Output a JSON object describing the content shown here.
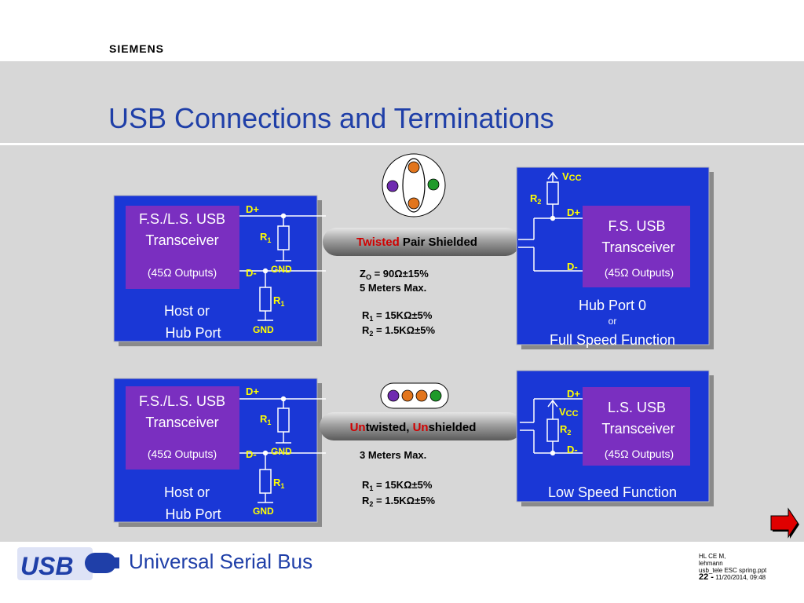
{
  "header": {
    "brand": "SIEMENS",
    "title": "USB Connections and Terminations"
  },
  "colors": {
    "title": "#1f3fa8",
    "box_blue": "#1a37d6",
    "transceiver_purple": "#7a2fc0",
    "label_yellow": "#ffff00",
    "accent_red": "#d00000"
  },
  "top": {
    "host": {
      "line1": "F.S./L.S. USB",
      "line2": "Transceiver",
      "outputs": "(45Ω Outputs)",
      "label1": "Host or",
      "label2": "Hub Port",
      "dplus": "D+",
      "dminus": "D-",
      "r1a": "R",
      "r1a_sub": "1",
      "gnd_a": "GND",
      "r1b": "R",
      "r1b_sub": "1",
      "gnd_b": "GND"
    },
    "cable": {
      "part1": "Twisted",
      "part2": " Pair Shielded"
    },
    "specs": {
      "z_pre": "Z",
      "z_sub": "O",
      "z_val": " = 90Ω±15%",
      "length": "5 Meters Max.",
      "r1_pre": "R",
      "r1_sub": "1",
      "r1_val": " = 15KΩ±5%",
      "r2_pre": "R",
      "r2_sub": "2",
      "r2_val": " = 1.5KΩ±5%"
    },
    "device": {
      "line1": "F.S. USB",
      "line2": "Transceiver",
      "outputs": "(45Ω Outputs)",
      "label1": "Hub Port 0",
      "label_or": "or",
      "label2": "Full Speed Function",
      "vcc": "V",
      "vcc_sub": "CC",
      "r2": "R",
      "r2_sub": "2",
      "dplus": "D+",
      "dminus": "D-"
    }
  },
  "bottom": {
    "host": {
      "line1": "F.S./L.S. USB",
      "line2": "Transceiver",
      "outputs": "(45Ω Outputs)",
      "label1": "Host or",
      "label2": "Hub Port",
      "dplus": "D+",
      "dminus": "D-",
      "r1a": "R",
      "r1a_sub": "1",
      "gnd_a": "GND",
      "r1b": "R",
      "r1b_sub": "1",
      "gnd_b": "GND"
    },
    "cable": {
      "un1": "Un",
      "mid": "twisted, ",
      "un2": "Un",
      "end": "shielded"
    },
    "specs": {
      "length": "3 Meters Max.",
      "r1_pre": "R",
      "r1_sub": "1",
      "r1_val": " = 15KΩ±5%",
      "r2_pre": "R",
      "r2_sub": "2",
      "r2_val": " = 1.5KΩ±5%"
    },
    "device": {
      "line1": "L.S. USB",
      "line2": "Transceiver",
      "outputs": "(45Ω Outputs)",
      "label": "Low Speed Function",
      "vcc": "V",
      "vcc_sub": "CC",
      "r2": "R",
      "r2_sub": "2",
      "dplus": "D+",
      "dminus": "D-"
    }
  },
  "footer": {
    "logo": "USB",
    "title": "Universal Serial Bus",
    "meta1": "HL CE M,",
    "meta2": "lehmann",
    "meta3": "usb_tele ESC spring.ppt",
    "page": "22 -",
    "date": " 11/20/2014, 09:48"
  },
  "icons": {
    "cable_cross_section_shielded": "cable-cross-section-shielded-icon",
    "cable_cross_section_unshielded": "cable-cross-section-unshielded-icon",
    "next_slide": "next-arrow-icon"
  }
}
